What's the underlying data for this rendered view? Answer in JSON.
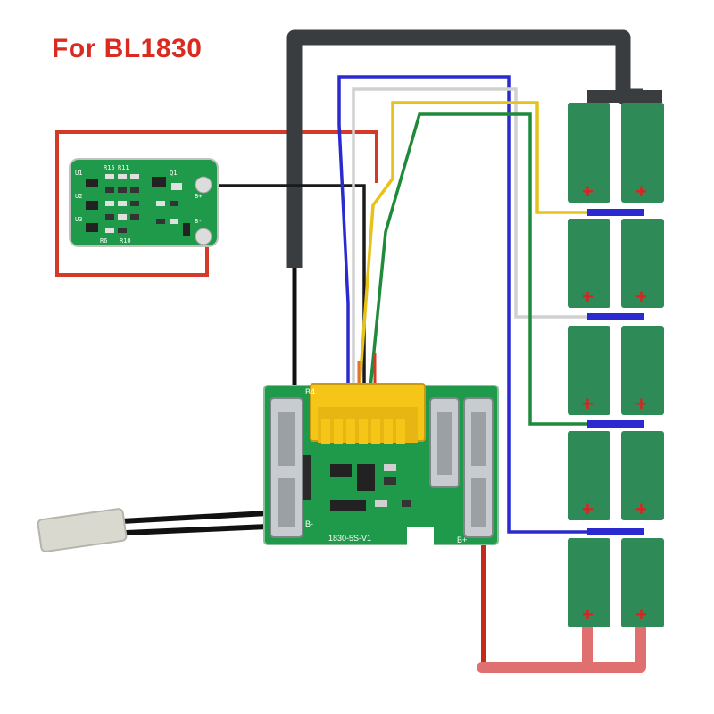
{
  "title": {
    "text": "For BL1830",
    "color": "#d92b22"
  },
  "small_board": {
    "labels": [
      "R15",
      "R11",
      "Q1",
      "U1",
      "U2",
      "U3",
      "R6",
      "R10",
      "B+",
      "B-"
    ]
  },
  "main_board": {
    "silkscreen": "1830-5S-V1",
    "terminal_labels": [
      "B4",
      "B-",
      "B+"
    ],
    "connector_color": "#f5c518"
  },
  "battery_pack": {
    "cell_color": "#2e8b57",
    "cell_marker": "+",
    "marker_color": "#e02020",
    "cell_rows": 5,
    "cells_per_row": 2
  },
  "wires": {
    "black": "#3a3d3f",
    "blue": "#2a2ad0",
    "white": "#d8d8d8",
    "yellow": "#e6c21a",
    "green": "#1f8a3a",
    "red": "#d43a2a",
    "pink": "#e07070"
  },
  "colors": {
    "pcb_green": "#1f9a4a",
    "cell_top": "#2a2a2a",
    "connector_white": "#d9d9d0"
  }
}
